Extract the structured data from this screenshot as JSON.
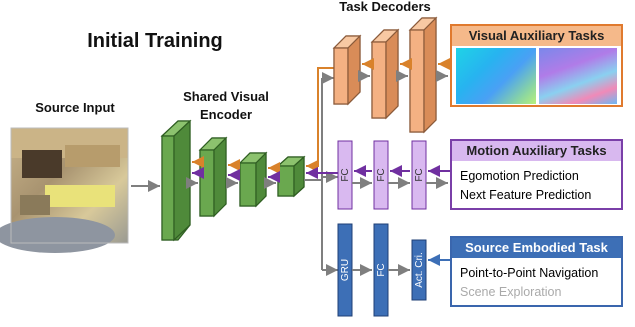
{
  "title": "Initial Training",
  "source_label": "Source Input",
  "encoder_label": "Shared Visual Encoder",
  "decoder_label": "Task Decoders",
  "layers": {
    "fc": "FC",
    "gru": "GRU",
    "actor_critic": "Act. Cri."
  },
  "visual_tasks": {
    "header": "Visual Auxiliary Tasks"
  },
  "motion_tasks": {
    "header": "Motion Auxiliary Tasks",
    "items": [
      "Egomotion Prediction",
      "Next Feature Prediction"
    ]
  },
  "embodied_task": {
    "header": "Source Embodied Task",
    "items": [
      "Point-to-Point Navigation",
      "Scene Exploration"
    ]
  },
  "colors": {
    "encoder": "#6aa84f",
    "decoder": "#f4b183",
    "motion": "#d9b9f0",
    "embodied": "#3d6fb6",
    "orange_arrow": "#d9822b",
    "purple_arrow": "#7030a0",
    "gray_arrow": "#7f7f7f"
  }
}
